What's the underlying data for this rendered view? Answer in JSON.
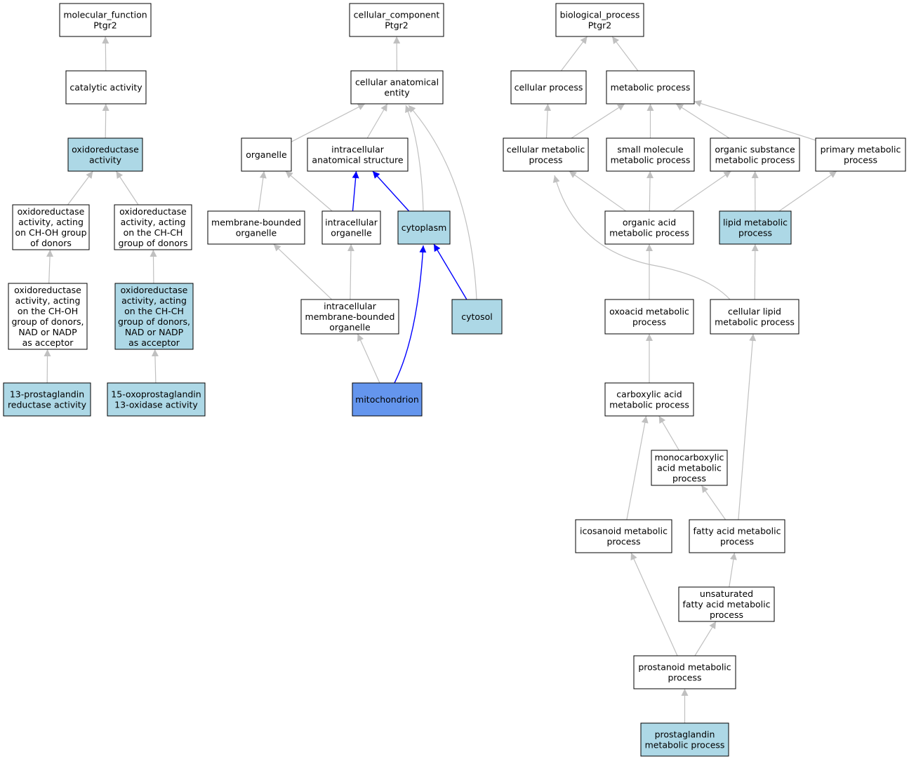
{
  "colors": {
    "plain": "#ffffff",
    "annotated": "#add8e6",
    "focus": "#6495ed",
    "edge": "#c0c0c0",
    "path_edge": "#0000ff"
  },
  "nodes": [
    {
      "id": "mf",
      "lines": [
        "molecular_function",
        "Ptgr2"
      ],
      "fill": "plain"
    },
    {
      "id": "cat",
      "lines": [
        "catalytic activity"
      ],
      "fill": "plain"
    },
    {
      "id": "oxr",
      "lines": [
        "oxidoreductase",
        "activity"
      ],
      "fill": "annotated"
    },
    {
      "id": "oxr_choh",
      "lines": [
        "oxidoreductase",
        "activity, acting",
        "on CH-OH group",
        "of donors"
      ],
      "fill": "plain"
    },
    {
      "id": "oxr_chch",
      "lines": [
        "oxidoreductase",
        "activity, acting",
        "on the CH-CH",
        "group of donors"
      ],
      "fill": "plain"
    },
    {
      "id": "oxr_choh_nad",
      "lines": [
        "oxidoreductase",
        "activity, acting",
        "on the CH-OH",
        "group of donors,",
        "NAD or NADP",
        "as acceptor"
      ],
      "fill": "plain"
    },
    {
      "id": "oxr_chch_nad",
      "lines": [
        "oxidoreductase",
        "activity, acting",
        "on the CH-CH",
        "group of donors,",
        "NAD or NADP",
        "as acceptor"
      ],
      "fill": "annotated"
    },
    {
      "id": "pg13red",
      "lines": [
        "13-prostaglandin",
        "reductase activity"
      ],
      "fill": "annotated"
    },
    {
      "id": "pg15oxo",
      "lines": [
        "15-oxoprostaglandin",
        "13-oxidase activity"
      ],
      "fill": "annotated"
    },
    {
      "id": "cc",
      "lines": [
        "cellular_component",
        "Ptgr2"
      ],
      "fill": "plain"
    },
    {
      "id": "cae",
      "lines": [
        "cellular anatomical",
        "entity"
      ],
      "fill": "plain"
    },
    {
      "id": "org",
      "lines": [
        "organelle"
      ],
      "fill": "plain"
    },
    {
      "id": "ias",
      "lines": [
        "intracellular",
        "anatomical structure"
      ],
      "fill": "plain"
    },
    {
      "id": "mbo",
      "lines": [
        "membrane-bounded",
        "organelle"
      ],
      "fill": "plain"
    },
    {
      "id": "io",
      "lines": [
        "intracellular",
        "organelle"
      ],
      "fill": "plain"
    },
    {
      "id": "cyto",
      "lines": [
        "cytoplasm"
      ],
      "fill": "annotated"
    },
    {
      "id": "imbo",
      "lines": [
        "intracellular",
        "membrane-bounded",
        "organelle"
      ],
      "fill": "plain"
    },
    {
      "id": "cytosol",
      "lines": [
        "cytosol"
      ],
      "fill": "annotated"
    },
    {
      "id": "mito",
      "lines": [
        "mitochondrion"
      ],
      "fill": "focus"
    },
    {
      "id": "bp",
      "lines": [
        "biological_process",
        "Ptgr2"
      ],
      "fill": "plain"
    },
    {
      "id": "cp",
      "lines": [
        "cellular process"
      ],
      "fill": "plain"
    },
    {
      "id": "mp",
      "lines": [
        "metabolic process"
      ],
      "fill": "plain"
    },
    {
      "id": "cmp",
      "lines": [
        "cellular metabolic",
        "process"
      ],
      "fill": "plain"
    },
    {
      "id": "smmp",
      "lines": [
        "small molecule",
        "metabolic process"
      ],
      "fill": "plain"
    },
    {
      "id": "osmp",
      "lines": [
        "organic substance",
        "metabolic process"
      ],
      "fill": "plain"
    },
    {
      "id": "pmp",
      "lines": [
        "primary metabolic",
        "process"
      ],
      "fill": "plain"
    },
    {
      "id": "oamp",
      "lines": [
        "organic acid",
        "metabolic process"
      ],
      "fill": "plain"
    },
    {
      "id": "lmp",
      "lines": [
        "lipid metabolic",
        "process"
      ],
      "fill": "annotated"
    },
    {
      "id": "oxamp",
      "lines": [
        "oxoacid metabolic",
        "process"
      ],
      "fill": "plain"
    },
    {
      "id": "clmp",
      "lines": [
        "cellular lipid",
        "metabolic process"
      ],
      "fill": "plain"
    },
    {
      "id": "camp",
      "lines": [
        "carboxylic acid",
        "metabolic process"
      ],
      "fill": "plain"
    },
    {
      "id": "mcamp",
      "lines": [
        "monocarboxylic",
        "acid metabolic",
        "process"
      ],
      "fill": "plain"
    },
    {
      "id": "icmp",
      "lines": [
        "icosanoid metabolic",
        "process"
      ],
      "fill": "plain"
    },
    {
      "id": "famp",
      "lines": [
        "fatty acid metabolic",
        "process"
      ],
      "fill": "plain"
    },
    {
      "id": "ufamp",
      "lines": [
        "unsaturated",
        "fatty acid metabolic",
        "process"
      ],
      "fill": "plain"
    },
    {
      "id": "psmp",
      "lines": [
        "prostanoid metabolic",
        "process"
      ],
      "fill": "plain"
    },
    {
      "id": "pgmp",
      "lines": [
        "prostaglandin",
        "metabolic process"
      ],
      "fill": "annotated"
    }
  ],
  "edges": [
    {
      "from": "cat",
      "to": "mf",
      "style": "normal"
    },
    {
      "from": "oxr",
      "to": "cat",
      "style": "normal"
    },
    {
      "from": "oxr_choh",
      "to": "oxr",
      "style": "normal"
    },
    {
      "from": "oxr_chch",
      "to": "oxr",
      "style": "normal"
    },
    {
      "from": "oxr_choh_nad",
      "to": "oxr_choh",
      "style": "normal"
    },
    {
      "from": "oxr_chch_nad",
      "to": "oxr_chch",
      "style": "normal"
    },
    {
      "from": "pg13red",
      "to": "oxr_choh_nad",
      "style": "normal"
    },
    {
      "from": "pg15oxo",
      "to": "oxr_chch_nad",
      "style": "normal"
    },
    {
      "from": "cae",
      "to": "cc",
      "style": "normal"
    },
    {
      "from": "org",
      "to": "cae",
      "style": "normal"
    },
    {
      "from": "ias",
      "to": "cae",
      "style": "normal"
    },
    {
      "from": "cyto",
      "to": "cae",
      "style": "normal"
    },
    {
      "from": "cytosol",
      "to": "cae",
      "style": "normal"
    },
    {
      "from": "mbo",
      "to": "org",
      "style": "normal"
    },
    {
      "from": "io",
      "to": "org",
      "style": "normal"
    },
    {
      "from": "io",
      "to": "ias",
      "style": "path"
    },
    {
      "from": "cyto",
      "to": "ias",
      "style": "path"
    },
    {
      "from": "imbo",
      "to": "mbo",
      "style": "normal"
    },
    {
      "from": "imbo",
      "to": "io",
      "style": "normal"
    },
    {
      "from": "cytosol",
      "to": "cyto",
      "style": "path"
    },
    {
      "from": "mito",
      "to": "imbo",
      "style": "normal"
    },
    {
      "from": "mito",
      "to": "cyto",
      "style": "path"
    },
    {
      "from": "cp",
      "to": "bp",
      "style": "normal"
    },
    {
      "from": "mp",
      "to": "bp",
      "style": "normal"
    },
    {
      "from": "cmp",
      "to": "cp",
      "style": "normal"
    },
    {
      "from": "cmp",
      "to": "mp",
      "style": "normal"
    },
    {
      "from": "smmp",
      "to": "mp",
      "style": "normal"
    },
    {
      "from": "osmp",
      "to": "mp",
      "style": "normal"
    },
    {
      "from": "pmp",
      "to": "mp",
      "style": "normal"
    },
    {
      "from": "oamp",
      "to": "cmp",
      "style": "normal"
    },
    {
      "from": "oamp",
      "to": "smmp",
      "style": "normal"
    },
    {
      "from": "oamp",
      "to": "osmp",
      "style": "normal"
    },
    {
      "from": "lmp",
      "to": "osmp",
      "style": "normal"
    },
    {
      "from": "lmp",
      "to": "pmp",
      "style": "normal"
    },
    {
      "from": "oxamp",
      "to": "oamp",
      "style": "normal"
    },
    {
      "from": "clmp",
      "to": "cmp",
      "style": "normal"
    },
    {
      "from": "clmp",
      "to": "lmp",
      "style": "normal"
    },
    {
      "from": "camp",
      "to": "oxamp",
      "style": "normal"
    },
    {
      "from": "mcamp",
      "to": "camp",
      "style": "normal"
    },
    {
      "from": "icmp",
      "to": "camp",
      "style": "normal"
    },
    {
      "from": "famp",
      "to": "mcamp",
      "style": "normal"
    },
    {
      "from": "famp",
      "to": "clmp",
      "style": "normal"
    },
    {
      "from": "ufamp",
      "to": "famp",
      "style": "normal"
    },
    {
      "from": "psmp",
      "to": "icmp",
      "style": "normal"
    },
    {
      "from": "psmp",
      "to": "ufamp",
      "style": "normal"
    },
    {
      "from": "pgmp",
      "to": "psmp",
      "style": "normal"
    }
  ]
}
